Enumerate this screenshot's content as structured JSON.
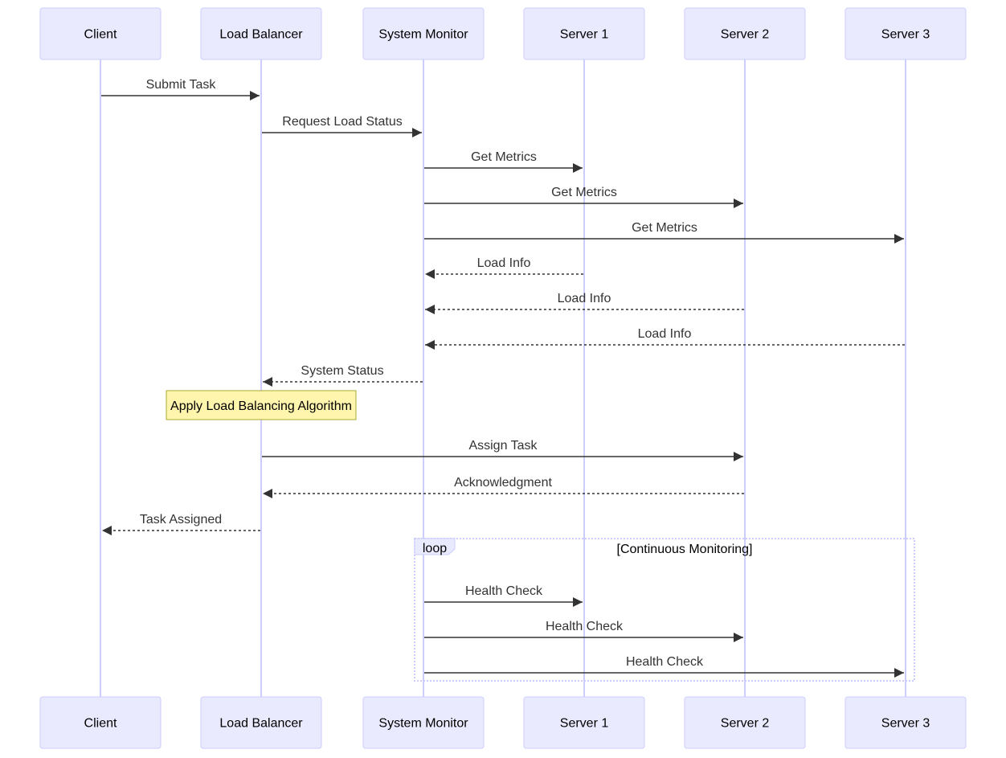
{
  "participants": [
    {
      "id": "client",
      "label": "Client"
    },
    {
      "id": "lb",
      "label": "Load Balancer"
    },
    {
      "id": "monitor",
      "label": "System Monitor"
    },
    {
      "id": "s1",
      "label": "Server 1"
    },
    {
      "id": "s2",
      "label": "Server 2"
    },
    {
      "id": "s3",
      "label": "Server 3"
    }
  ],
  "messages": [
    {
      "from": "client",
      "to": "lb",
      "label": "Submit Task",
      "style": "solid"
    },
    {
      "from": "lb",
      "to": "monitor",
      "label": "Request Load Status",
      "style": "solid"
    },
    {
      "from": "monitor",
      "to": "s1",
      "label": "Get Metrics",
      "style": "solid"
    },
    {
      "from": "monitor",
      "to": "s2",
      "label": "Get Metrics",
      "style": "solid"
    },
    {
      "from": "monitor",
      "to": "s3",
      "label": "Get Metrics",
      "style": "solid"
    },
    {
      "from": "s1",
      "to": "monitor",
      "label": "Load Info",
      "style": "dashed"
    },
    {
      "from": "s2",
      "to": "monitor",
      "label": "Load Info",
      "style": "dashed"
    },
    {
      "from": "s3",
      "to": "monitor",
      "label": "Load Info",
      "style": "dashed"
    },
    {
      "from": "monitor",
      "to": "lb",
      "label": "System Status",
      "style": "dashed"
    },
    {
      "from": "lb",
      "to": "s2",
      "label": "Assign Task",
      "style": "solid"
    },
    {
      "from": "s2",
      "to": "lb",
      "label": "Acknowledgment",
      "style": "dashed"
    },
    {
      "from": "lb",
      "to": "client",
      "label": "Task Assigned",
      "style": "dashed"
    },
    {
      "from": "monitor",
      "to": "s1",
      "label": "Health Check",
      "style": "solid"
    },
    {
      "from": "monitor",
      "to": "s2",
      "label": "Health Check",
      "style": "solid"
    },
    {
      "from": "monitor",
      "to": "s3",
      "label": "Health Check",
      "style": "solid"
    }
  ],
  "note": {
    "over": "lb",
    "label": "Apply Load Balancing Algorithm"
  },
  "loop": {
    "keyword": "loop",
    "condition": "[Continuous Monitoring]"
  },
  "colors": {
    "actor_fill": "#eaeaff",
    "actor_stroke": "#ccccff",
    "lifeline": "#ccccff",
    "arrow": "#333333",
    "note_fill": "#fff5ad",
    "note_stroke": "#aaaa33"
  }
}
